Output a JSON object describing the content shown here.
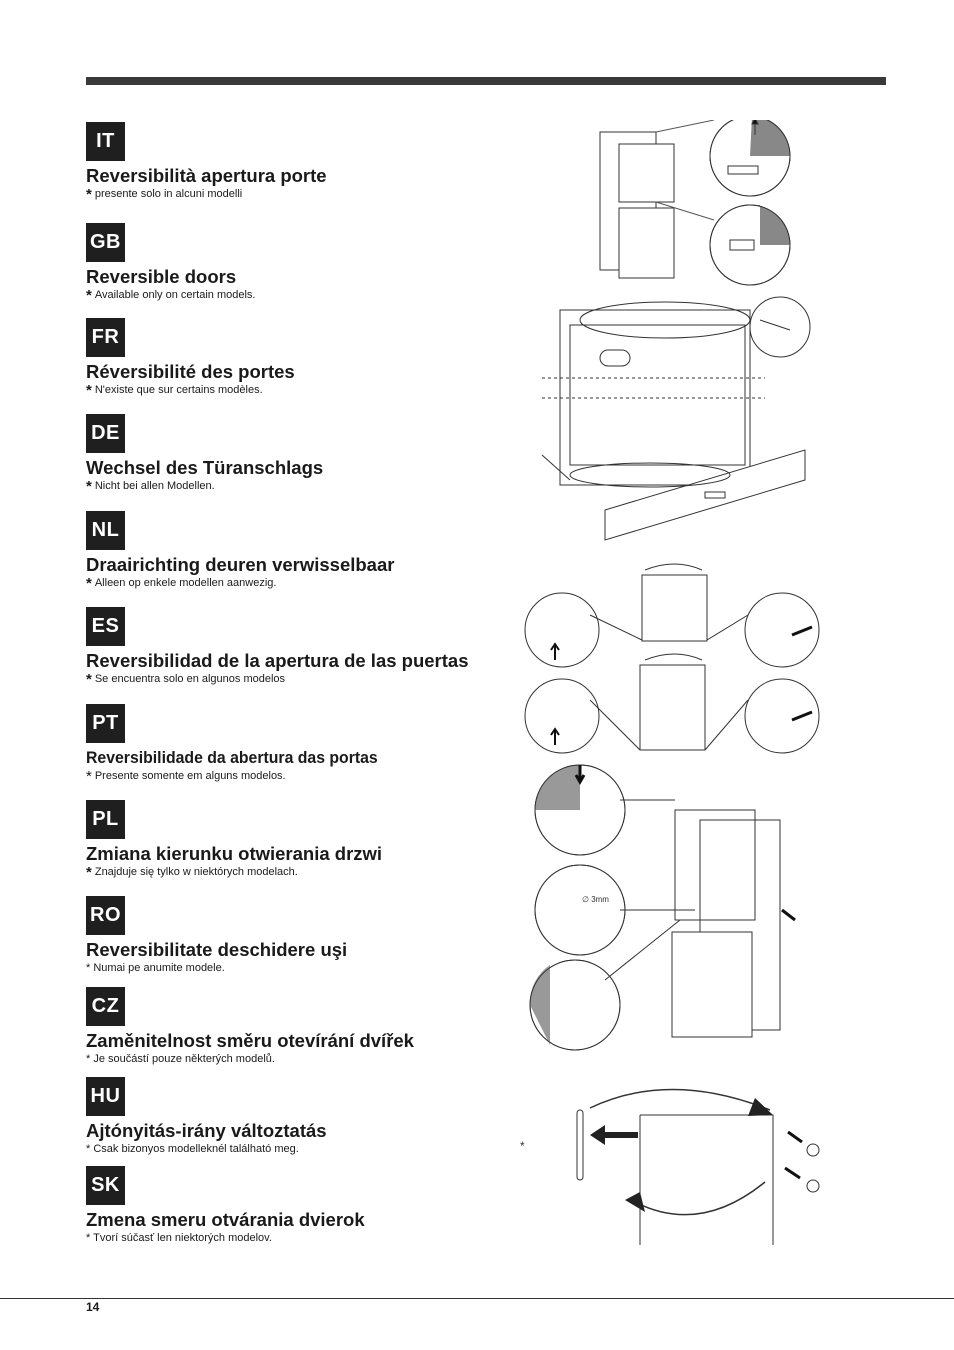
{
  "sections": [
    {
      "code": "IT",
      "title": "Reversibilità apertura porte",
      "note": "presente solo in alcuni modelli"
    },
    {
      "code": "GB",
      "title": "Reversible doors",
      "note": "Available only on certain models."
    },
    {
      "code": "FR",
      "title": "Réversibilité des portes",
      "note": "N'existe que sur certains modèles."
    },
    {
      "code": "DE",
      "title": "Wechsel des Türanschlags",
      "note": "Nicht bei allen Modellen."
    },
    {
      "code": "NL",
      "title": "Draairichting deuren verwisselbaar",
      "note": "Alleen op enkele modellen aanwezig."
    },
    {
      "code": "ES",
      "title": "Reversibilidad de la apertura de las puertas",
      "note": "Se encuentra solo en algunos modelos"
    },
    {
      "code": "PT",
      "title": "Reversibilidade da abertura das portas",
      "note": "Presente somente em alguns modelos."
    },
    {
      "code": "PL",
      "title": "Zmiana kierunku otwierania drzwi",
      "note": "Znajduje się tylko w niektórych modelach."
    },
    {
      "code": "RO",
      "title": "Reversibilitate deschidere uşi",
      "note": "* Numai pe anumite modele."
    },
    {
      "code": "CZ",
      "title": "Zaměnitelnost směru otevírání dvířek",
      "note": "* Je součástí pouze některých  modelů."
    },
    {
      "code": "HU",
      "title": "Ajtónyitás-irány változtatás",
      "note": "* Csak bizonyos modelleknél található meg."
    },
    {
      "code": "SK",
      "title": "Zmena smeru otvárania dvierok",
      "note": "* Tvorí súčasť len niektorých modelov."
    }
  ],
  "star": "*",
  "diagram": {
    "drill_label": "∅ 3mm",
    "asterisk": "*"
  },
  "page_number": "14"
}
